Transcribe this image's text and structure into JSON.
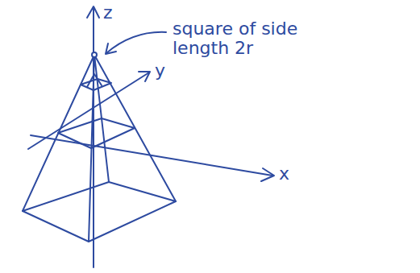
{
  "diagram": {
    "labels": [
      "z",
      "y",
      "x",
      "square of side length 2r"
    ]
  }
}
